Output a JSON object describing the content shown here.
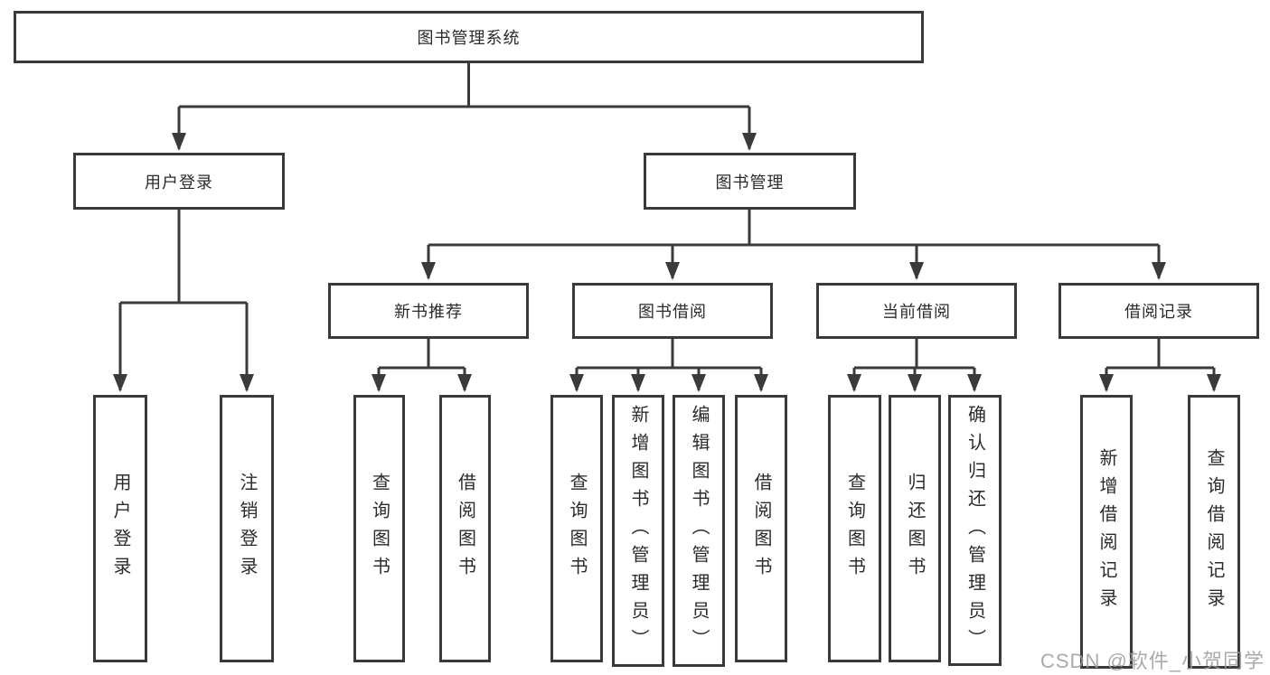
{
  "tree": {
    "label": "图书管理系统",
    "children": [
      {
        "label": "用户登录",
        "children": [
          {
            "label": "用户登录"
          },
          {
            "label": "注销登录"
          }
        ]
      },
      {
        "label": "图书管理",
        "children": [
          {
            "label": "新书推荐",
            "children": [
              {
                "label": "查询图书"
              },
              {
                "label": "借阅图书"
              }
            ]
          },
          {
            "label": "图书借阅",
            "children": [
              {
                "label": "查询图书"
              },
              {
                "label": "新增图书（管理员）"
              },
              {
                "label": "编辑图书（管理员）"
              },
              {
                "label": "借阅图书"
              }
            ]
          },
          {
            "label": "当前借阅",
            "children": [
              {
                "label": "查询图书"
              },
              {
                "label": "归还图书"
              },
              {
                "label": "确认归还（管理员）"
              }
            ]
          },
          {
            "label": "借阅记录",
            "children": [
              {
                "label": "新增借阅记录"
              },
              {
                "label": "查询借阅记录"
              }
            ]
          }
        ]
      }
    ]
  },
  "watermark": {
    "text": "CSDN @软件_小贺同学"
  },
  "colors": {
    "line": "#3a3a3a",
    "text": "#2b2b2b",
    "watermark": "#9c9c9c"
  }
}
